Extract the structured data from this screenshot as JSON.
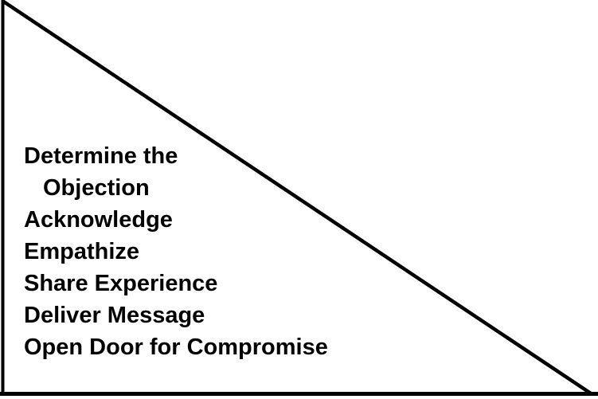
{
  "diagram": {
    "type": "triangle-funnel",
    "steps": [
      "Determine the Objection",
      "Acknowledge",
      "Empathize",
      "Share Experience",
      "Deliver Message",
      "Open Door for Compromise"
    ],
    "lines": [
      {
        "text": "Determine the",
        "indent": false
      },
      {
        "text": "Objection",
        "indent": true
      },
      {
        "text": "Acknowledge",
        "indent": false
      },
      {
        "text": "Empathize",
        "indent": false
      },
      {
        "text": "Share Experience",
        "indent": false
      },
      {
        "text": "Deliver Message",
        "indent": false
      },
      {
        "text": "Open Door for Compromise",
        "indent": false
      }
    ],
    "colors": {
      "stroke": "#000000",
      "text": "#000000",
      "background": "#ffffff"
    }
  }
}
